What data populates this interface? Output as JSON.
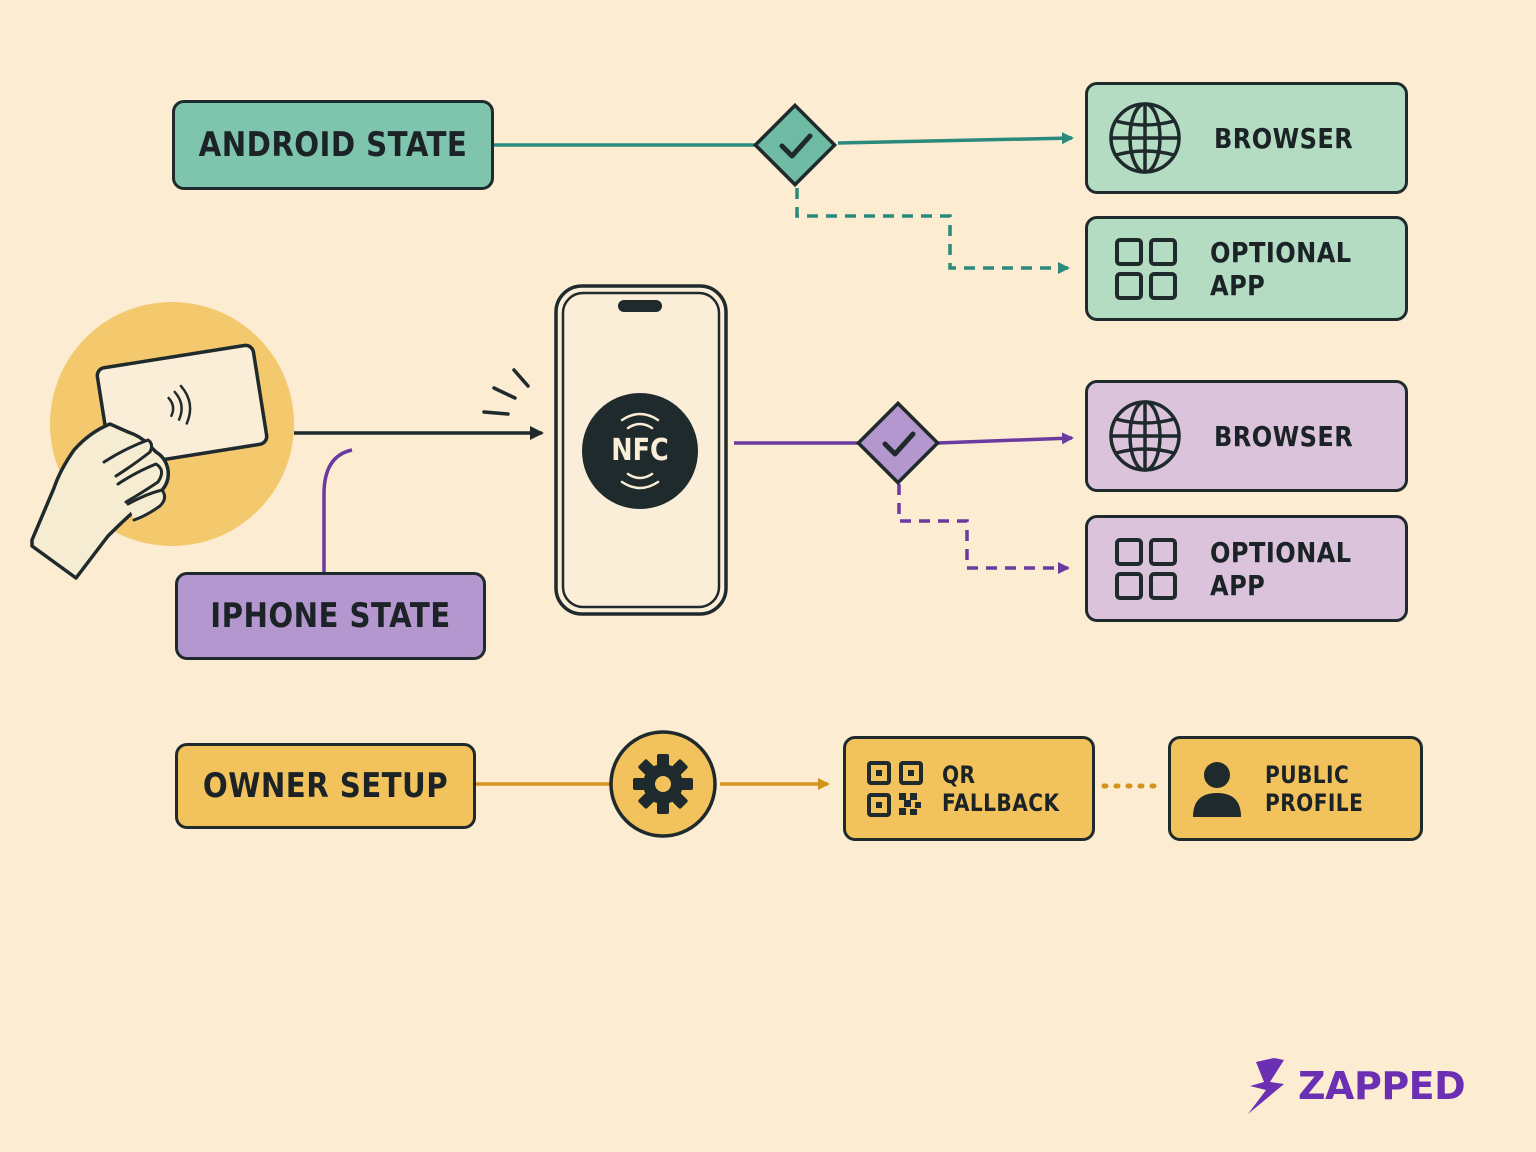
{
  "android": {
    "label": "ANDROID STATE",
    "browser_label": "BROWSER",
    "app_label": "OPTIONAL APP",
    "color": "#2a8a7c",
    "fill": "#7fc4ad",
    "dest_fill": "#b4dcc3"
  },
  "iphone": {
    "label": "IPHONE STATE",
    "browser_label": "BROWSER",
    "app_label": "OPTIONAL APP",
    "color": "#6a3aa0",
    "fill": "#b597cf",
    "dest_fill": "#dcc3dc"
  },
  "phone": {
    "badge_label": "NFC"
  },
  "owner": {
    "label": "OWNER SETUP",
    "qr_label": "QR FALLBACK",
    "profile_label": "PUBLIC PROFILE",
    "color": "#d4941c",
    "fill": "#f2c25c"
  },
  "brand": {
    "name": "ZAPPED",
    "color": "#6b2fb3"
  },
  "icons": [
    "globe-icon",
    "app-grid-icon",
    "gear-icon",
    "qr-code-icon",
    "person-icon",
    "nfc-icon",
    "check-icon",
    "contactless-icon",
    "lightning-icon"
  ]
}
